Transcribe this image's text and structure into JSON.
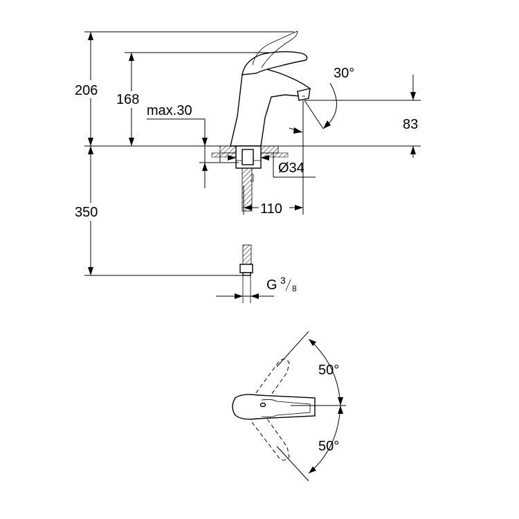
{
  "dimensions": {
    "height_total": "206",
    "height_spout": "168",
    "deck_thickness": "max.30",
    "spout_angle": "30°",
    "spout_clearance": "83",
    "hole_diameter": "Ø34",
    "spout_reach": "110",
    "hose_length": "350",
    "thread_prefix": "G",
    "thread_num": "3",
    "thread_den": "8",
    "lever_angle_up": "50°",
    "lever_angle_down": "50°"
  }
}
